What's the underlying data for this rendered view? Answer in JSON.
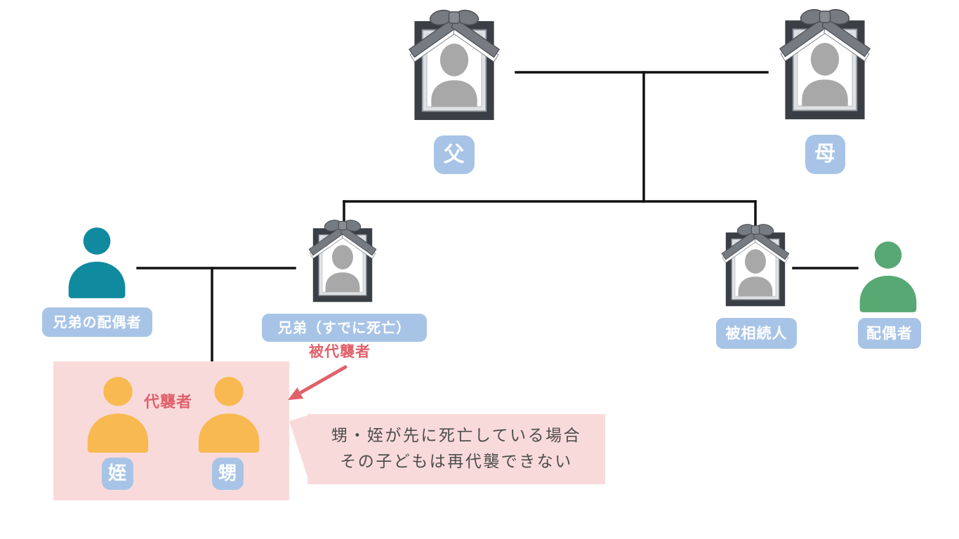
{
  "colors": {
    "blue": "#a7c4e7",
    "teal": "#0f8a9e",
    "green": "#57a873",
    "orange": "#f8b951",
    "pink": "#f9dada",
    "red": "#e0616b",
    "line": "#111111",
    "frame_dark": "#3a3e45",
    "frame_mat": "#dfe2e5",
    "frame_mat_edge": "#8f959b",
    "silhouette": "#a8a8a8",
    "ribbon": "#767b82",
    "ribbon_dark": "#4c5056",
    "ribbon_knot": "#878c93",
    "bubble_text": "#4d4d4d"
  },
  "nodes": {
    "father": {
      "label": "父"
    },
    "mother": {
      "label": "母"
    },
    "sibling": {
      "label": "兄弟（すでに死亡）",
      "role": "被代襲者"
    },
    "sibling_spouse": {
      "label": "兄弟の配偶者"
    },
    "decedent": {
      "label": "被相続人"
    },
    "spouse": {
      "label": "配偶者"
    },
    "niece": {
      "label": "姪"
    },
    "nephew": {
      "label": "甥"
    },
    "substitutes": {
      "role": "代襲者"
    }
  },
  "callout": {
    "line1": "甥・姪が先に死亡している場合",
    "line2": "その子どもは再代襲できない"
  },
  "icons": {
    "memorial_frame": "memorial-photo-with-mourning-ribbon",
    "person": "person-silhouette",
    "arrow": "substitution-arrow"
  }
}
